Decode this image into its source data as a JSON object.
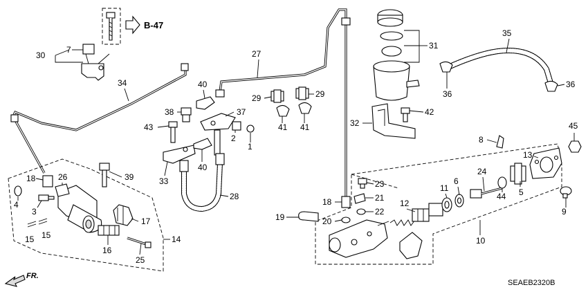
{
  "labels": {
    "p1": "1",
    "p2": "2",
    "p3": "3",
    "p4": "4",
    "p5": "5",
    "p6": "6",
    "p7": "7",
    "p8": "8",
    "p9": "9",
    "p10": "10",
    "p11": "11",
    "p12": "12",
    "p13": "13",
    "p14": "14",
    "p15a": "15",
    "p15b": "15",
    "p16": "16",
    "p17": "17",
    "p18a": "18",
    "p18b": "18",
    "p19": "19",
    "p20": "20",
    "p21": "21",
    "p22": "22",
    "p23": "23",
    "p24": "24",
    "p25": "25",
    "p26": "26",
    "p27": "27",
    "p28": "28",
    "p29a": "29",
    "p29b": "29",
    "p30": "30",
    "p31": "31",
    "p32": "32",
    "p33": "33",
    "p34": "34",
    "p35": "35",
    "p36a": "36",
    "p36b": "36",
    "p37": "37",
    "p38": "38",
    "p39": "39",
    "p40a": "40",
    "p40b": "40",
    "p41a": "41",
    "p41b": "41",
    "p42": "42",
    "p43": "43",
    "p44": "44",
    "p45": "45"
  },
  "reference": "B-47",
  "direction": "FR.",
  "diagram_code": "SEAEB2320B"
}
